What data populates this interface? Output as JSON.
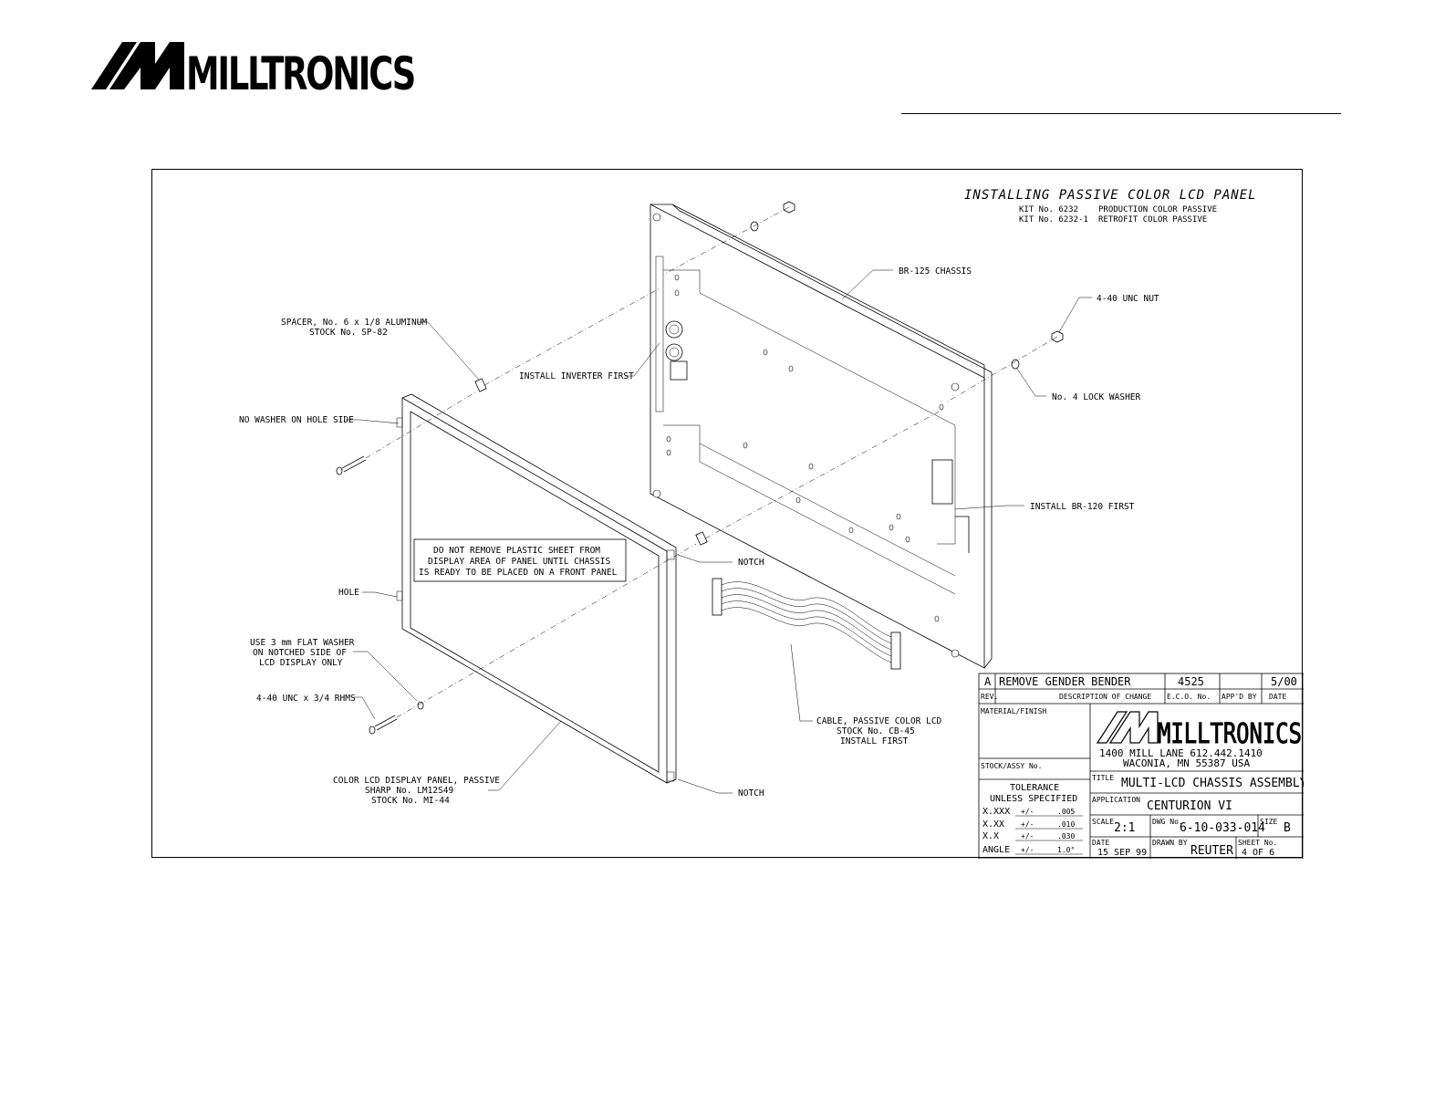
{
  "header": {
    "logo_text": "MILLTRONICS"
  },
  "drawing": {
    "title": "INSTALLING PASSIVE COLOR LCD PANEL",
    "kits": [
      {
        "label": "KIT No.  6232",
        "desc": "PRODUCTION COLOR PASSIVE"
      },
      {
        "label": "KIT No.  6232-1",
        "desc": "RETROFIT COLOR PASSIVE"
      }
    ],
    "callouts": {
      "br125": "BR-125 CHASSIS",
      "nut": "4-40 UNC NUT",
      "spacer_1": "SPACER, No. 6 x 1/8 ALUMINUM",
      "spacer_2": "STOCK No. SP-82",
      "inverter": "INSTALL INVERTER FIRST",
      "lock_washer": "No. 4 LOCK WASHER",
      "no_washer": "NO WASHER ON HOLE SIDE",
      "br120": "INSTALL BR-120 FIRST",
      "notch_top": "NOTCH",
      "hole": "HOLE",
      "flat_washer_1": "USE 3 mm FLAT WASHER",
      "flat_washer_2": "ON NOTCHED SIDE OF",
      "flat_washer_3": "LCD DISPLAY ONLY",
      "screw": "4-40 UNC x 3/4 RHMS",
      "cable_1": "CABLE, PASSIVE COLOR LCD",
      "cable_2": "STOCK No. CB-45",
      "cable_3": "INSTALL FIRST",
      "panel_1": "COLOR LCD DISPLAY PANEL, PASSIVE",
      "panel_2": "SHARP No. LM12S49",
      "panel_3": "STOCK No. MI-44",
      "notch_bottom": "NOTCH",
      "warning_1": "DO NOT REMOVE PLASTIC SHEET FROM",
      "warning_2": "DISPLAY AREA OF PANEL UNTIL CHASSIS",
      "warning_3": "IS READY TO BE  PLACED ON A FRONT PANEL"
    }
  },
  "title_block": {
    "rev_letter": "A",
    "rev_desc": "REMOVE GENDER BENDER",
    "rev_eco": "4525",
    "rev_date": "5/00",
    "hdr_rev": "REV.",
    "hdr_desc": "DESCRIPTION OF CHANGE",
    "hdr_eco": "E.C.O. No.",
    "hdr_appd": "APP'D BY",
    "hdr_date": "DATE",
    "material_label": "MATERIAL/FINISH",
    "stock_label": "STOCK/ASSY No.",
    "logo_text": "MILLTRONICS",
    "address_1": "1400 MILL LANE   612.442.1410",
    "address_2": "WACONIA, MN  55387 USA",
    "tolerance_1": "TOLERANCE",
    "tolerance_2": "UNLESS SPECIFIED",
    "tol_rows": [
      {
        "k": "X.XXX",
        "pm": "+/-",
        "v": ".005"
      },
      {
        "k": "X.XX",
        "pm": "+/-",
        "v": ".010"
      },
      {
        "k": "X.X",
        "pm": "+/-",
        "v": ".030"
      },
      {
        "k": "ANGLE",
        "pm": "+/-",
        "v": "1.0°"
      }
    ],
    "title_label": "TITLE",
    "title_value": "MULTI-LCD CHASSIS ASSEMBLY",
    "application_label": "APPLICATION",
    "application_value": "CENTURION VI",
    "scale_label": "SCALE",
    "scale_value": "2:1",
    "dwg_label": "DWG No.",
    "dwg_value": "6-10-033-014",
    "size_label": "SIZE",
    "size_value": "B",
    "date_label": "DATE",
    "date_value": "15 SEP 99",
    "drawn_label": "DRAWN BY",
    "drawn_value": "REUTER",
    "sheet_label": "SHEET No.",
    "sheet_value": "4 OF 6"
  }
}
